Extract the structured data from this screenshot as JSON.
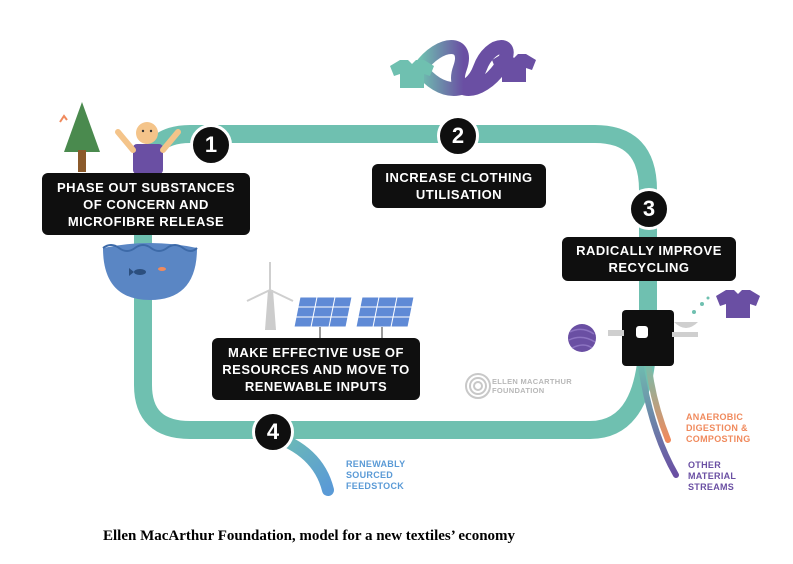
{
  "steps": [
    {
      "number": "1",
      "line1": "PHASE OUT SUBSTANCES",
      "line2": "OF CONCERN AND",
      "line3": "MICROFIBRE RELEASE"
    },
    {
      "number": "2",
      "line1": "INCREASE CLOTHING",
      "line2": "UTILISATION"
    },
    {
      "number": "3",
      "line1": "RADICALLY IMPROVE",
      "line2": "RECYCLING"
    },
    {
      "number": "4",
      "line1": "MAKE EFFECTIVE USE OF",
      "line2": "RESOURCES AND MOVE TO",
      "line3": "RENEWABLE INPUTS"
    }
  ],
  "outputs": {
    "anaerobic": [
      "ANAEROBIC",
      "DIGESTION &",
      "COMPOSTING"
    ],
    "other": [
      "OTHER",
      "MATERIAL",
      "STREAMS"
    ],
    "renewable": [
      "RENEWABLY",
      "SOURCED",
      "FEEDSTOCK"
    ]
  },
  "logo": {
    "line1": "ELLEN MACARTHUR",
    "line2": "FOUNDATION"
  },
  "caption": "Ellen MacArthur Foundation, model for a new textiles’ economy",
  "colors": {
    "loop": "#6fc0b0",
    "box": "#0f0f0f",
    "anaerobic": "#f08a5d",
    "other": "#6a4fa3",
    "renewable": "#5a9ad6"
  }
}
